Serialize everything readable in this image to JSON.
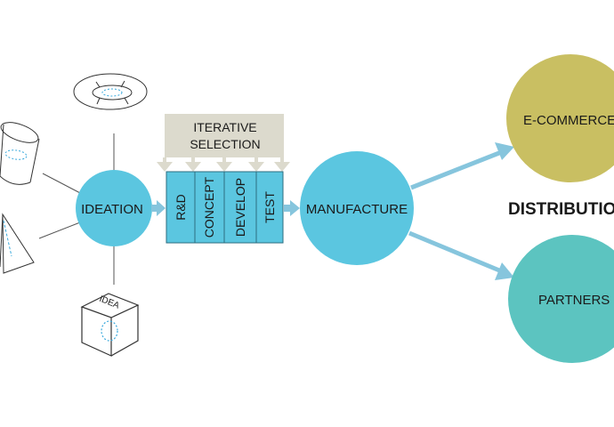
{
  "diagram": {
    "ideation": {
      "label": "IDEATION"
    },
    "iterative_selection": {
      "line1": "ITERATIVE",
      "line2": "SELECTION"
    },
    "stages": [
      {
        "label": "R&D"
      },
      {
        "label": "CONCEPT"
      },
      {
        "label": "DEVELOP"
      },
      {
        "label": "TEST"
      }
    ],
    "manufacture": {
      "label": "MANUFACTURE"
    },
    "distribution": {
      "label": "DISTRIBUTION"
    },
    "channels": [
      {
        "label": "E-COMMERCE"
      },
      {
        "label": "PARTNERS"
      }
    ],
    "idea_cube_text": "IDEA",
    "colors": {
      "blue": "#5bc6e0",
      "arrow_blue": "#86c5dd",
      "olive": "#c9bf62",
      "teal": "#5cc4c0",
      "gray_box": "#dcdacd"
    }
  }
}
